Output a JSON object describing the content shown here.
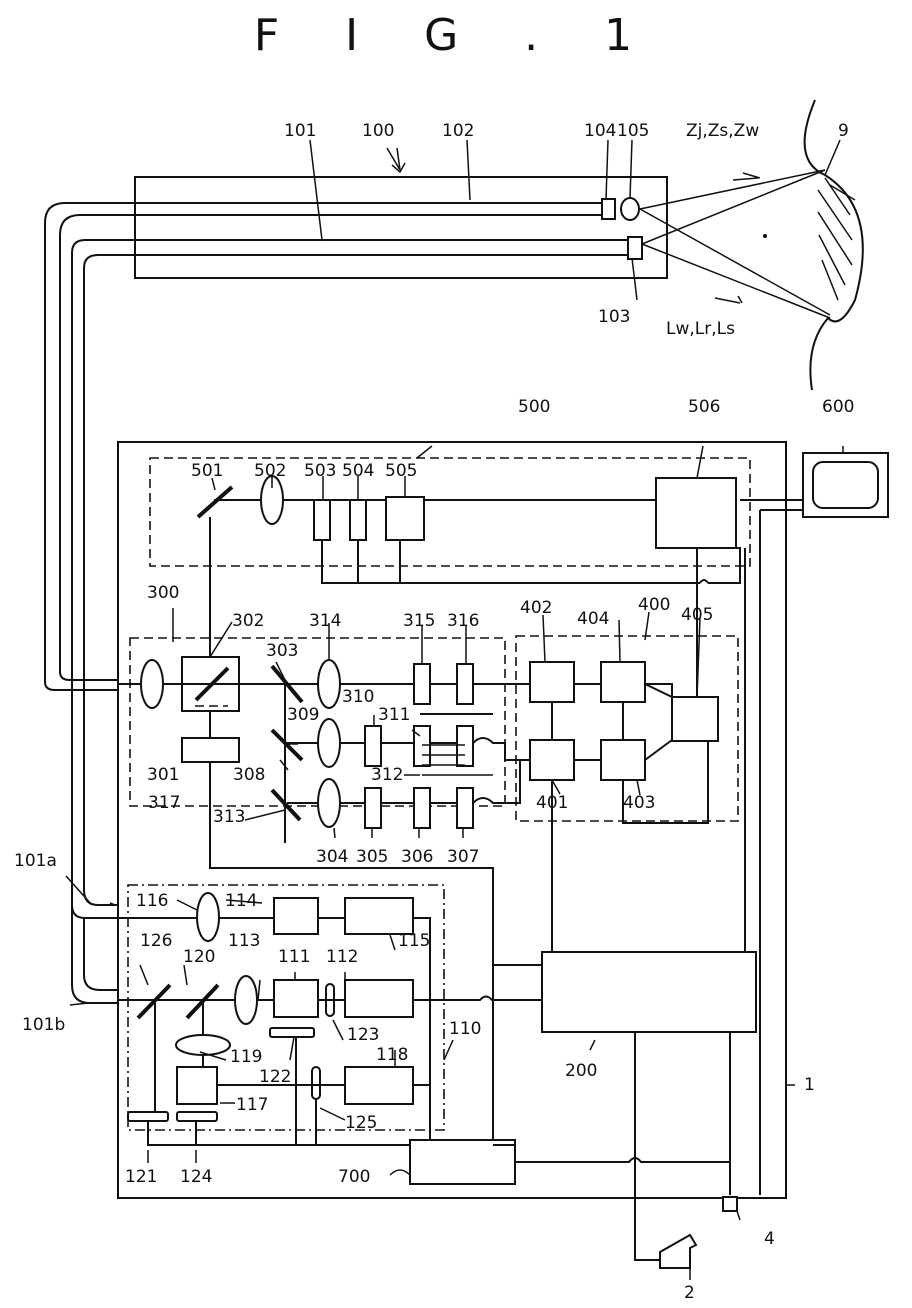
{
  "title": "F I G . 1",
  "labels": {
    "l1": "1",
    "l2": "2",
    "l4": "4",
    "l9": "9",
    "l100": "100",
    "l101": "101",
    "l101a": "101a",
    "l101b": "101b",
    "l102": "102",
    "l103": "103",
    "l104": "104",
    "l105": "105",
    "l110": "110",
    "l111": "111",
    "l112": "112",
    "l113": "113",
    "l114": "114",
    "l115": "115",
    "l116": "116",
    "l117": "117",
    "l118": "118",
    "l119": "119",
    "l120": "120",
    "l121": "121",
    "l122": "122",
    "l123": "123",
    "l124": "124",
    "l125": "125",
    "l126": "126",
    "l200": "200",
    "l300": "300",
    "l301": "301",
    "l302": "302",
    "l303": "303",
    "l304": "304",
    "l305": "305",
    "l306": "306",
    "l307": "307",
    "l308": "308",
    "l309": "309",
    "l310": "310",
    "l311": "311",
    "l312": "312",
    "l313": "313",
    "l314": "314",
    "l315": "315",
    "l316": "316",
    "l317": "317",
    "l400": "400",
    "l401": "401",
    "l402": "402",
    "l403": "403",
    "l404": "404",
    "l405": "405",
    "l500": "500",
    "l501": "501",
    "l502": "502",
    "l503": "503",
    "l504": "504",
    "l505": "505",
    "l506": "506",
    "l600": "600",
    "l700": "700",
    "zj": "Zj,Zs,Zw",
    "lw": "Lw,Lr,Ls"
  }
}
